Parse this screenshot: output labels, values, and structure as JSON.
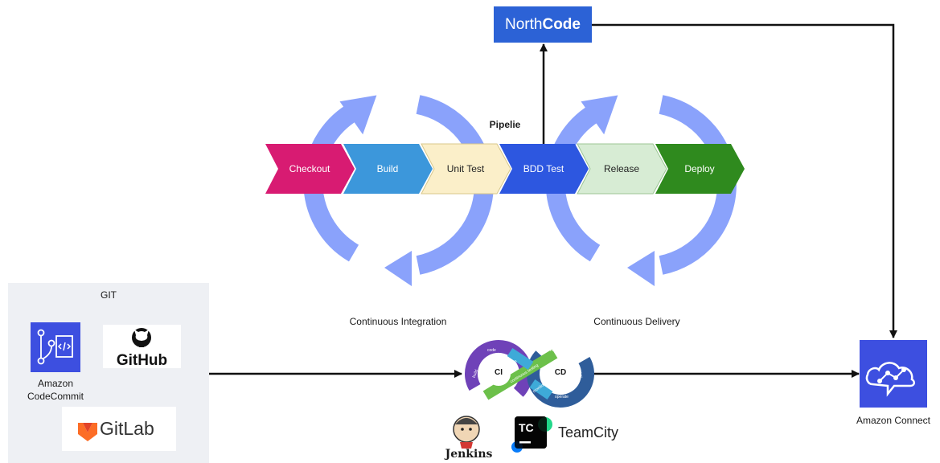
{
  "pipeline": {
    "title": "Pipelie",
    "stages": [
      {
        "label": "Checkout",
        "color": "#d81b72",
        "text_color": "#ffffff"
      },
      {
        "label": "Build",
        "color": "#3c97db",
        "text_color": "#ffffff"
      },
      {
        "label": "Unit Test",
        "color": "#fbefc9",
        "text_color": "#222222"
      },
      {
        "label": "BDD Test",
        "color": "#2d57e0",
        "text_color": "#ffffff"
      },
      {
        "label": "Release",
        "color": "#d7ecd4",
        "text_color": "#222222"
      },
      {
        "label": "Deploy",
        "color": "#2f8a1e",
        "text_color": "#ffffff"
      }
    ]
  },
  "loops": {
    "ci_label": "Continuous Integration",
    "cd_label": "Continuous Delivery",
    "color": "#8aa2fb"
  },
  "northcode": {
    "part1": "North",
    "part2": "Code",
    "color": "#2c62d6"
  },
  "git": {
    "title": "GIT",
    "codecommit_label_line1": "Amazon",
    "codecommit_label_line2": "CodeCommit",
    "github_label": "GitHub",
    "gitlab_label": "GitLab"
  },
  "cicd": {
    "ci": "CI",
    "cd": "CD",
    "phases_left": [
      "code",
      "build",
      "plan"
    ],
    "phases_right": [
      "release",
      "deploy",
      "operate",
      "monitor"
    ],
    "center_text": "continuous testing"
  },
  "tools": {
    "jenkins": "Jenkins",
    "teamcity_badge": "TC",
    "teamcity": "TeamCity"
  },
  "amazon_connect": {
    "label": "Amazon Connect",
    "color": "#3d4fe0"
  }
}
